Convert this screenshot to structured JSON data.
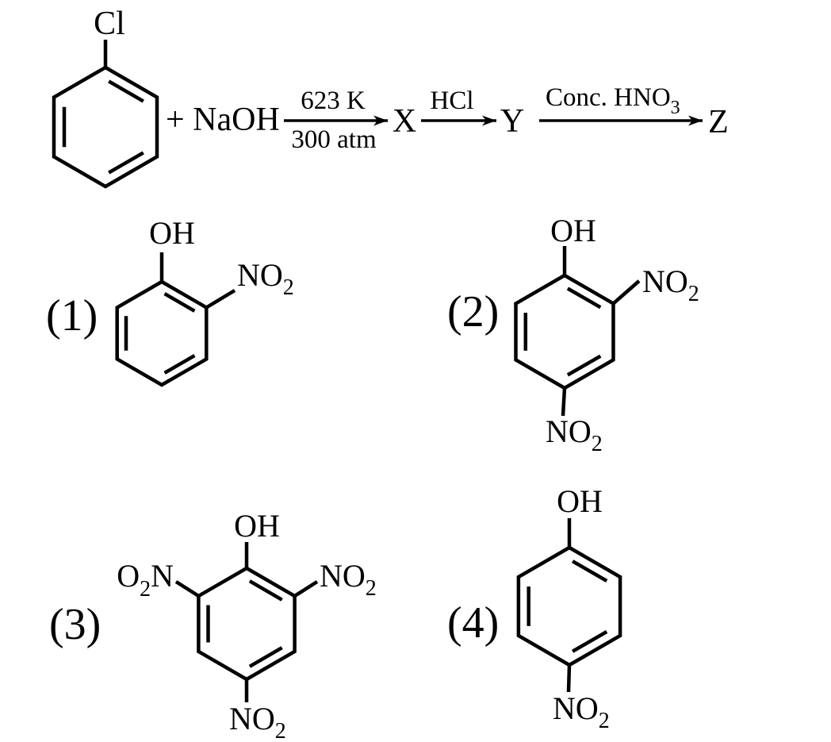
{
  "colors": {
    "ink": "#000000",
    "background": "#ffffff"
  },
  "scheme": {
    "reactant_substituent": "Cl",
    "reagent": "+ NaOH",
    "step1": {
      "condition_top": "623 K",
      "condition_bottom": "300 atm",
      "product": "X"
    },
    "step2": {
      "condition_top": "HCl",
      "product": "Y"
    },
    "step3": {
      "condition_main": "Conc. HNO",
      "condition_sub": "3",
      "product": "Z"
    }
  },
  "options": [
    {
      "number": "(1)",
      "hydroxyl": "OH",
      "ortho_main": "NO",
      "ortho_sub": "2"
    },
    {
      "number": "(2)",
      "hydroxyl": "OH",
      "ortho_main": "NO",
      "ortho_sub": "2",
      "para_main": "NO",
      "para_sub": "2"
    },
    {
      "number": "(3)",
      "hydroxyl": "OH",
      "left_o": "O",
      "left_o_sub": "2",
      "left_n": "N",
      "ortho_main": "NO",
      "ortho_sub": "2",
      "para_main": "NO",
      "para_sub": "2"
    },
    {
      "number": "(4)",
      "hydroxyl": "OH",
      "para_main": "NO",
      "para_sub": "2"
    }
  ]
}
